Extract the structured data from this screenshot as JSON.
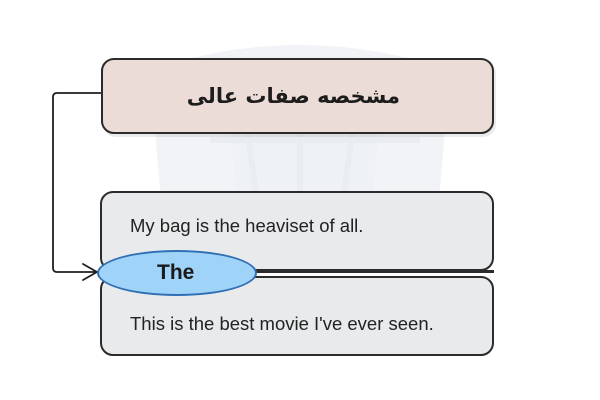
{
  "header": {
    "title": "مشخصه صفات عالی"
  },
  "article": {
    "label": "The"
  },
  "examples": [
    {
      "sentence": "My bag is the heaviset of all."
    },
    {
      "sentence": "This is the best movie I've ever seen."
    }
  ],
  "colors": {
    "title_box_fill": "#ecdcd7",
    "example_box_fill": "#e8eaec",
    "pill_fill": "#9fd3f8",
    "pill_border": "#2f6fb4",
    "outline": "#2b2b2b"
  }
}
